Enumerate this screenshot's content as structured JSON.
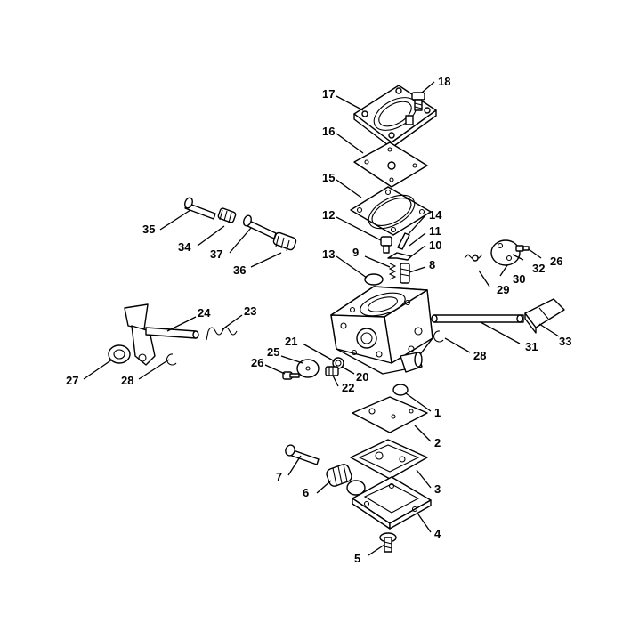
{
  "diagram": {
    "type": "exploded-parts-diagram",
    "callouts": [
      "1",
      "2",
      "3",
      "4",
      "5",
      "6",
      "7",
      "8",
      "9",
      "10",
      "11",
      "12",
      "13",
      "14",
      "15",
      "16",
      "17",
      "18",
      "20",
      "21",
      "22",
      "23",
      "24",
      "25",
      "26",
      "26",
      "27",
      "28",
      "28",
      "29",
      "30",
      "31",
      "32",
      "33",
      "34",
      "35",
      "36",
      "37"
    ]
  }
}
